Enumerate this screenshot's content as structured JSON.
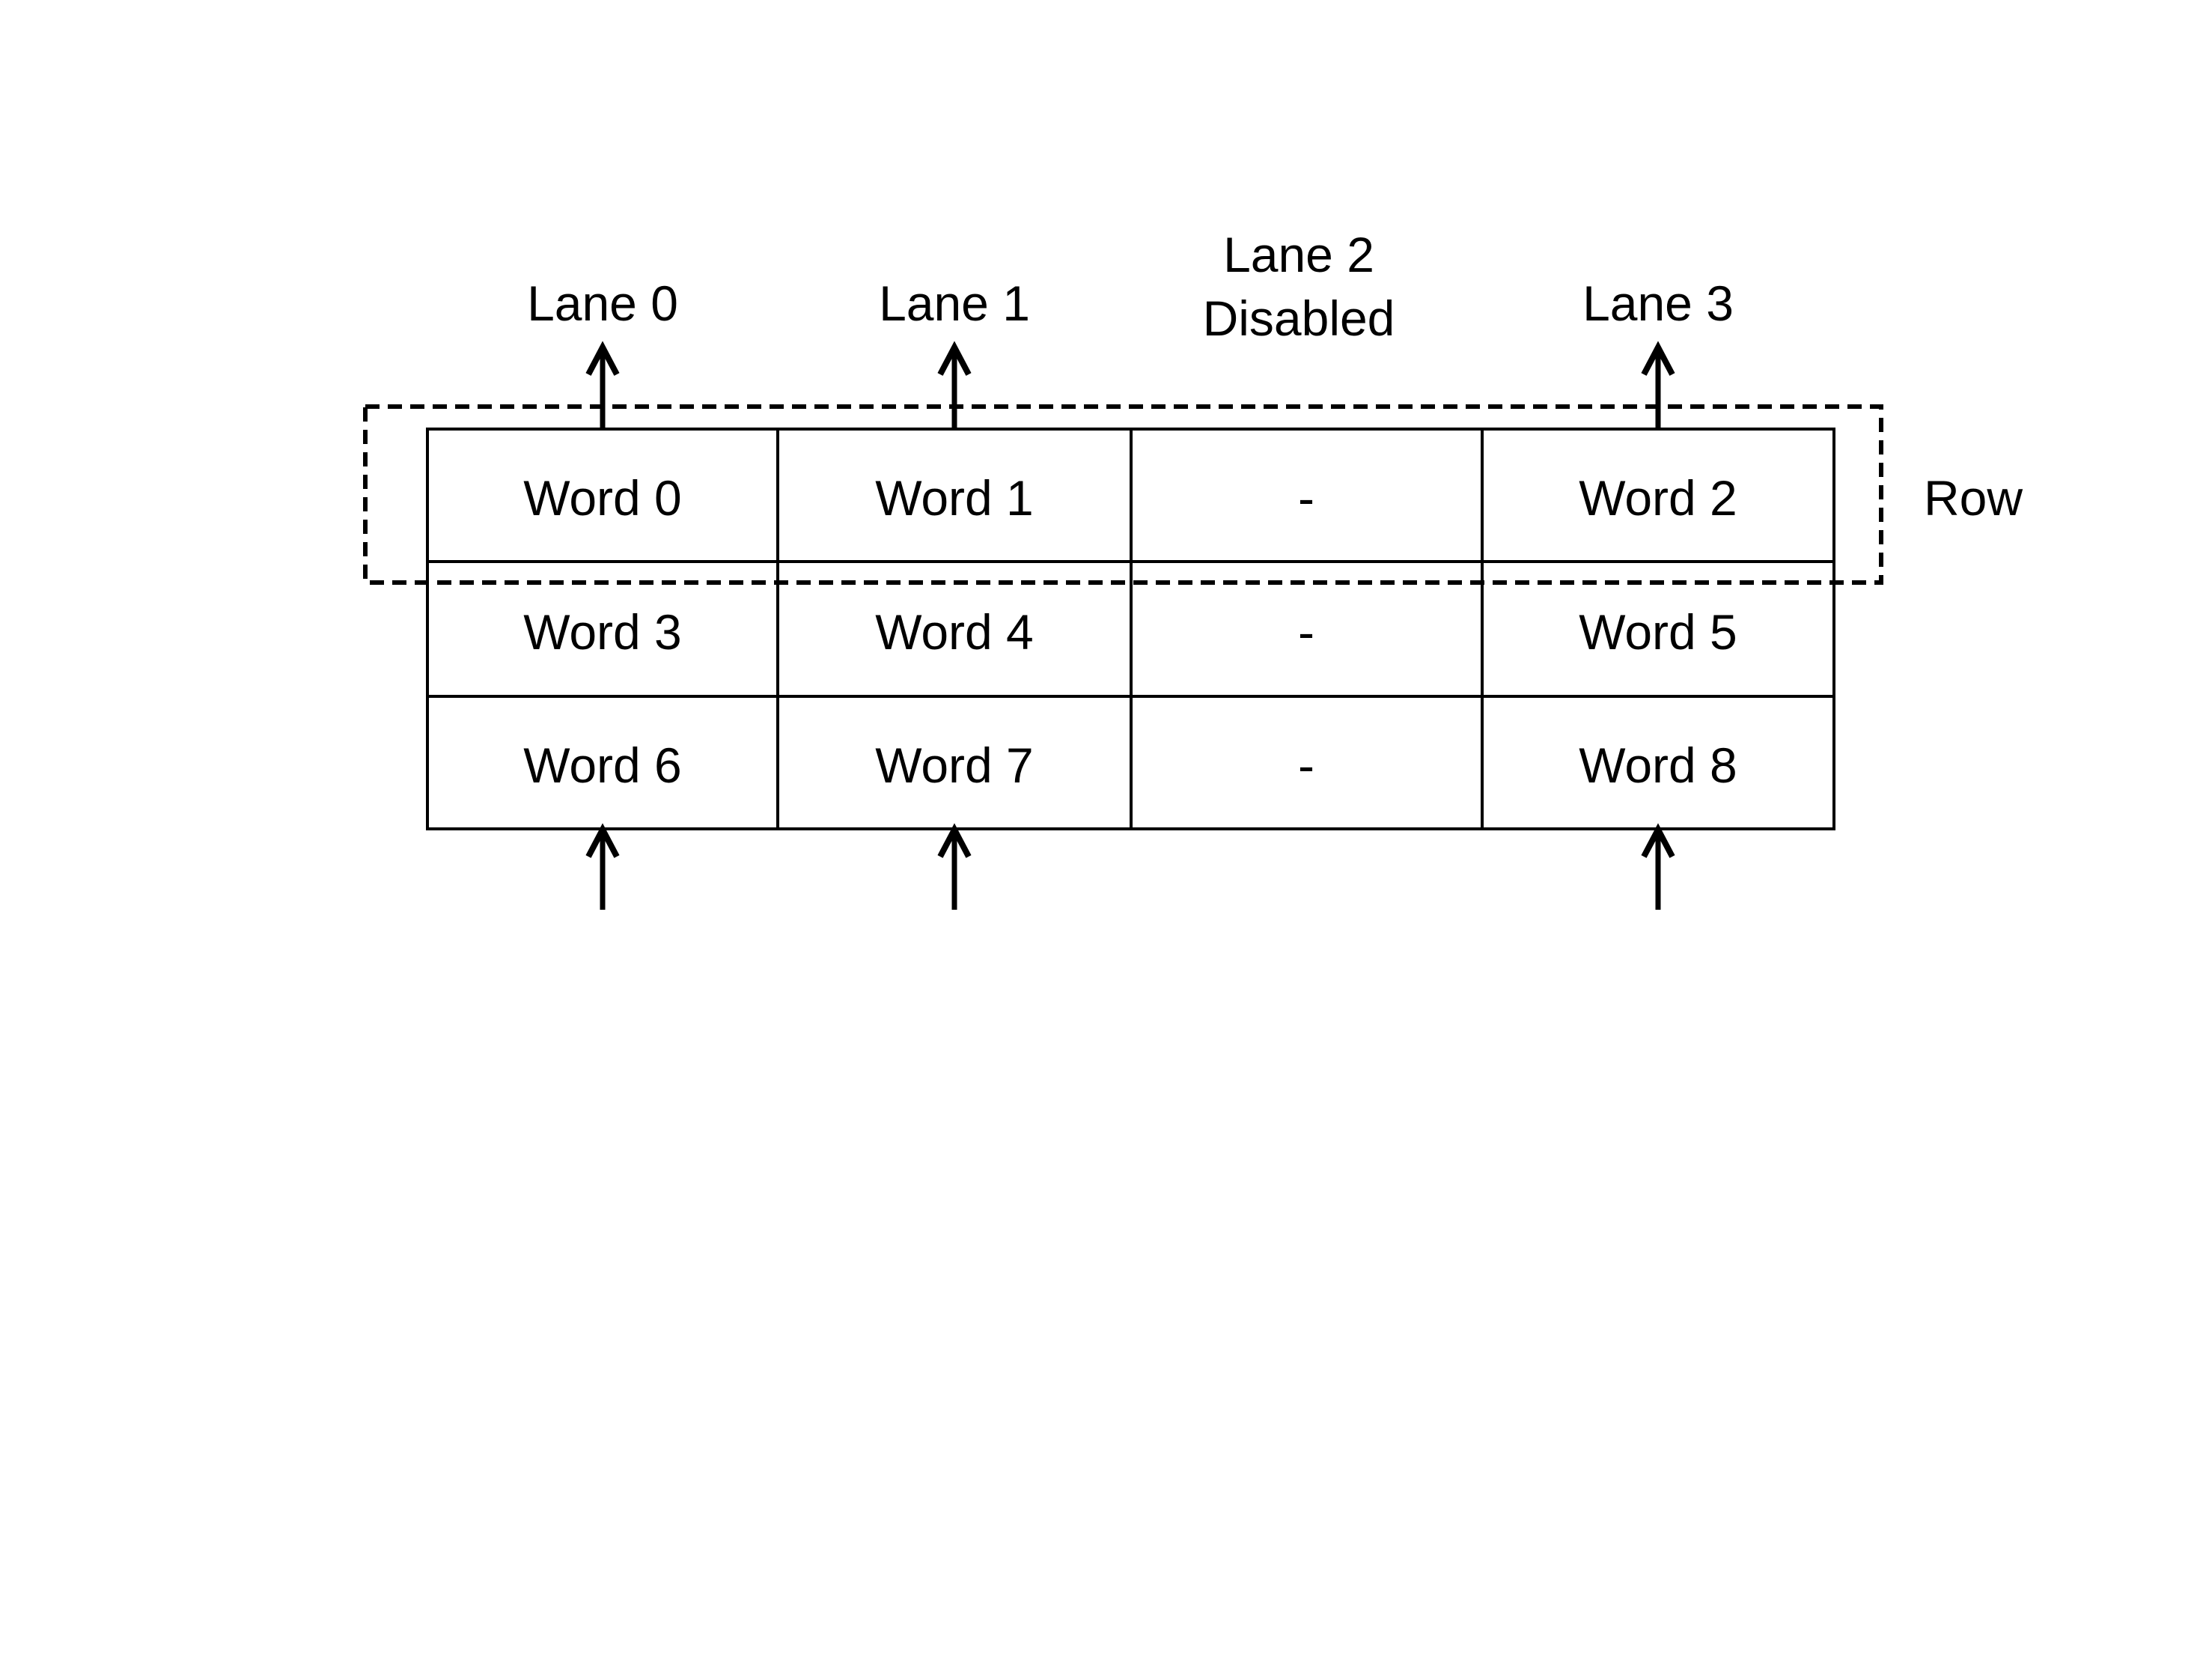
{
  "colors": {
    "ink": "#000000",
    "background": "#ffffff"
  },
  "lanes": [
    {
      "id": "lane-0",
      "label_lines": [
        "Lane 0"
      ],
      "enabled": true
    },
    {
      "id": "lane-1",
      "label_lines": [
        "Lane 1"
      ],
      "enabled": true
    },
    {
      "id": "lane-2",
      "label_lines": [
        "Lane 2",
        "Disabled"
      ],
      "enabled": false
    },
    {
      "id": "lane-3",
      "label_lines": [
        "Lane 3"
      ],
      "enabled": true
    }
  ],
  "row_annotation": "Row",
  "table": {
    "rows": [
      [
        "Word 0",
        "Word 1",
        "-",
        "Word 2"
      ],
      [
        "Word 3",
        "Word 4",
        "-",
        "Word 5"
      ],
      [
        "Word 6",
        "Word 7",
        "-",
        "Word 8"
      ]
    ]
  }
}
